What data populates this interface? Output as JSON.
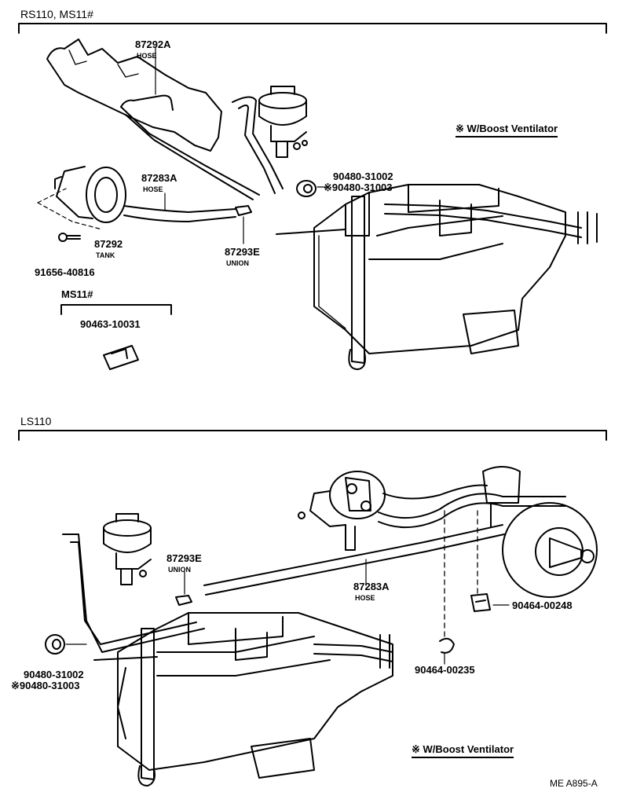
{
  "sections": {
    "top_header": "RS110, MS11#",
    "bottom_header": "LS110",
    "sub_header": "MS11#"
  },
  "top": {
    "hose_a_no": "87292A",
    "hose_a_sub": "HOSE",
    "boost_note": "※ W/Boost Ventilator",
    "grommet_no1": "90480-31002",
    "grommet_no2": "※90480-31003",
    "hose_b_no": "87283A",
    "hose_b_sub": "HOSE",
    "tank_no": "87292",
    "tank_sub": "TANK",
    "union_no": "87293E",
    "union_sub": "UNION",
    "bolt_no": "91656-40816",
    "clip_no": "90463-10031"
  },
  "bottom": {
    "union_no": "87293E",
    "union_sub": "UNION",
    "hose_no": "87283A",
    "hose_sub": "HOSE",
    "clip_no1": "90464-00248",
    "clip_no2": "90464-00235",
    "grommet_no1": "90480-31002",
    "grommet_no2": "※90480-31003",
    "boost_note": "※ W/Boost Ventilator"
  },
  "footer": {
    "code": "ME  A895-A"
  }
}
